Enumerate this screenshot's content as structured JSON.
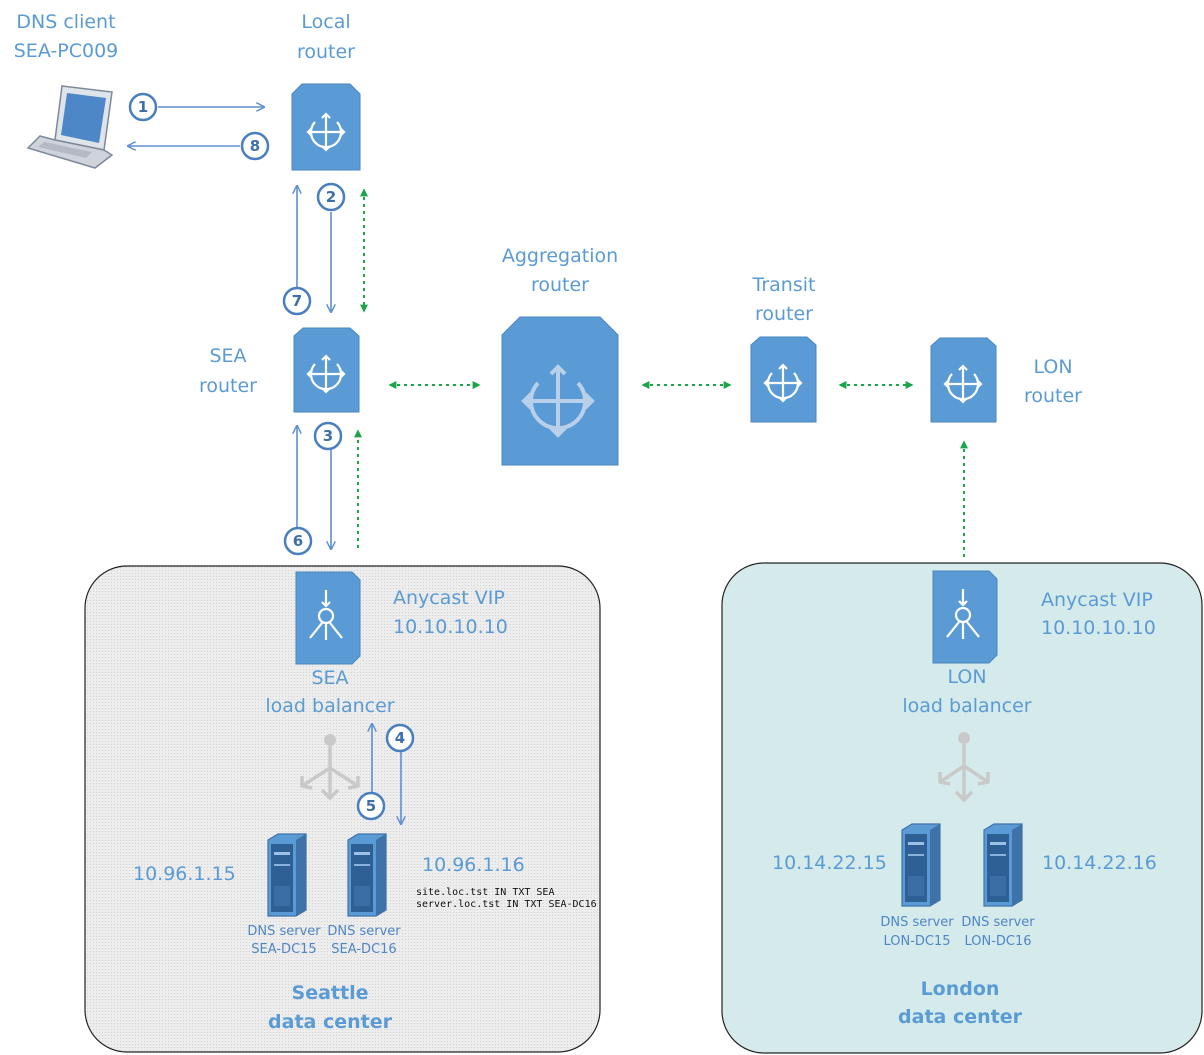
{
  "client": {
    "line1": "DNS client",
    "line2": "SEA-PC009"
  },
  "routers": {
    "local": {
      "line1": "Local",
      "line2": "router"
    },
    "sea": {
      "line1": "SEA",
      "line2": "router"
    },
    "aggregation": {
      "line1": "Aggregation",
      "line2": "router"
    },
    "transit": {
      "line1": "Transit",
      "line2": "router"
    },
    "lon": {
      "line1": "LON",
      "line2": "router"
    }
  },
  "seattle": {
    "title_line1": "Seattle",
    "title_line2": "data center",
    "vip_line1": "Anycast VIP",
    "vip_line2": "10.10.10.10",
    "lb_line1": "SEA",
    "lb_line2": "load balancer",
    "server1": {
      "ip": "10.96.1.15",
      "line1": "DNS server",
      "line2": "SEA-DC15"
    },
    "server2": {
      "ip": "10.96.1.16",
      "line1": "DNS server",
      "line2": "SEA-DC16"
    },
    "records": [
      "site.loc.tst IN TXT SEA",
      "server.loc.tst IN TXT SEA-DC16"
    ]
  },
  "london": {
    "title_line1": "London",
    "title_line2": "data center",
    "vip_line1": "Anycast VIP",
    "vip_line2": "10.10.10.10",
    "lb_line1": "LON",
    "lb_line2": "load balancer",
    "server1": {
      "ip": "10.14.22.15",
      "line1": "DNS server",
      "line2": "LON-DC15"
    },
    "server2": {
      "ip": "10.14.22.16",
      "line1": "DNS server",
      "line2": "LON-DC16"
    }
  },
  "steps": [
    "1",
    "2",
    "3",
    "4",
    "5",
    "6",
    "7",
    "8"
  ],
  "colors": {
    "label_blue": "#5b9bd5",
    "device_blue": "#5b9bd5",
    "arrow_blue": "#5b8fd0",
    "dotted_green": "#1aa54b",
    "seattle_fill": "#ececec",
    "london_fill": "#d5ebeb"
  }
}
